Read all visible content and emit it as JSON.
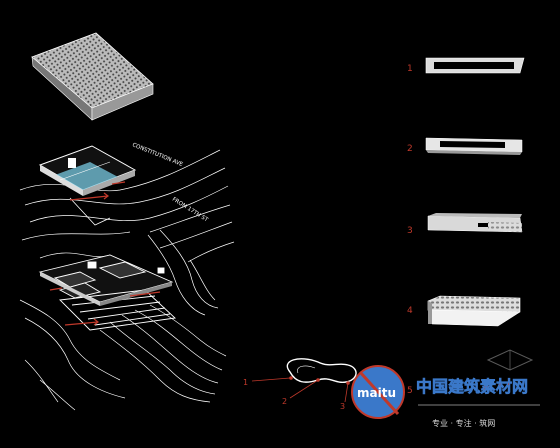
{
  "street_labels": {
    "constitution": "CONSTITUTION AVE",
    "seventeenth": "FROM 17TH ST"
  },
  "steps": [
    {
      "number": "1"
    },
    {
      "number": "2"
    },
    {
      "number": "3"
    },
    {
      "number": "4"
    },
    {
      "number": "5"
    }
  ],
  "plan_markers": [
    "1",
    "2",
    "3"
  ],
  "watermark": {
    "logo_text": "maitu",
    "banner_text": "中国建筑素材网",
    "caption_text": "专业 · 专注 · 筑网"
  },
  "colors": {
    "background": "#000000",
    "linework": "#ffffff",
    "accent_red": "#c0392b",
    "watermark_blue": "#3a78c9"
  }
}
